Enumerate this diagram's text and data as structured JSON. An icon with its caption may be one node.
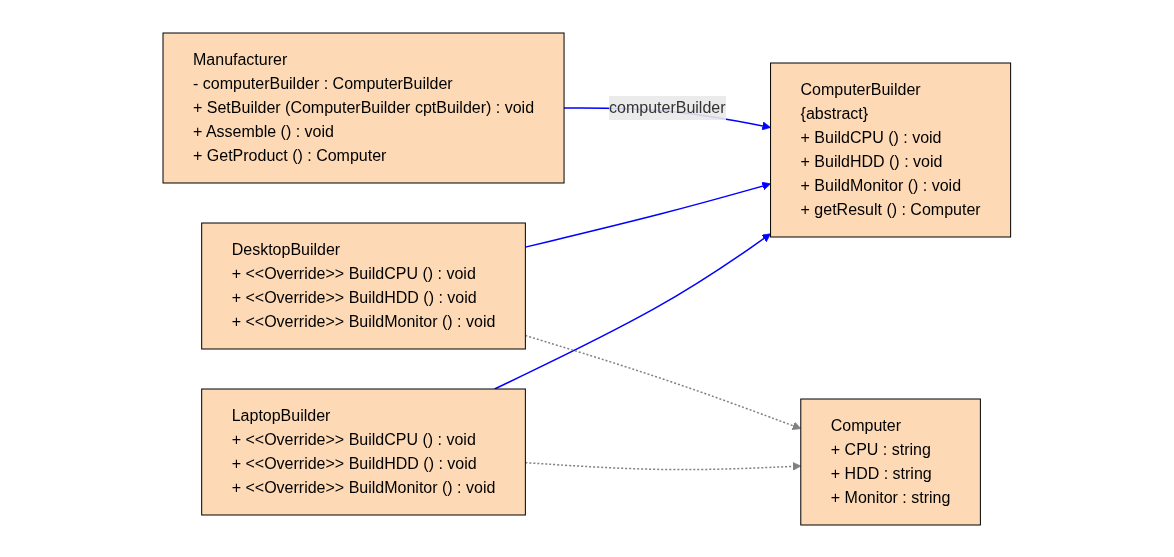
{
  "diagram": {
    "nodes": [
      {
        "text": [
          "Manufacturer",
          "- computerBuilder : ComputerBuilder",
          "+ SetBuilder (ComputerBuilder cptBuilder) : void",
          "+ Assemble () : void",
          "+ GetProduct () : Computer"
        ]
      },
      {
        "text": [
          "ComputerBuilder",
          "{abstract}",
          "+ BuildCPU () : void",
          "+ BuildHDD () : void",
          "+ BuildMonitor () : void",
          "+ getResult () : Computer"
        ]
      },
      {
        "text": [
          "DesktopBuilder",
          "+ <<Override>> BuildCPU () : void",
          "+ <<Override>> BuildHDD () : void",
          "+ <<Override>> BuildMonitor () : void"
        ]
      },
      {
        "text": [
          "Computer",
          "+ CPU : string",
          "+ HDD : string",
          "+ Monitor : string"
        ]
      },
      {
        "text": [
          "LaptopBuilder",
          "+ <<Override>> BuildCPU () : void",
          "+ <<Override>> BuildHDD () : void",
          "+ <<Override>> BuildMonitor () : void"
        ]
      }
    ],
    "edges": [
      {
        "from": 0,
        "to": 1,
        "arrow": "to",
        "label": "computerBuilder"
      },
      {
        "from": 2,
        "to": 1,
        "arrow": "to"
      },
      {
        "from": 4,
        "to": 1,
        "arrow": "to"
      },
      {
        "from": 2,
        "to": 3,
        "arrow": "to",
        "style": "dashed",
        "color": "#808080"
      },
      {
        "from": 4,
        "to": 3,
        "arrow": "to",
        "style": "dashed",
        "color": "#808080"
      }
    ]
  }
}
